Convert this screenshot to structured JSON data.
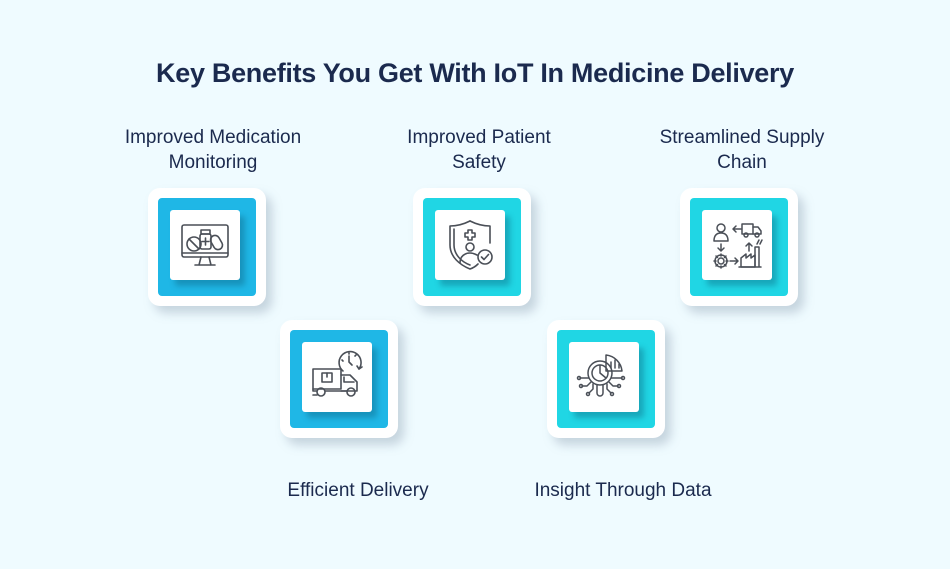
{
  "title": "Key Benefits You Get With IoT In Medicine Delivery",
  "colors": {
    "background": "#effbff",
    "text": "#1b2a4e",
    "blue_accent": "#1fb7e6",
    "cyan_accent": "#20d6e4",
    "icon_stroke": "#4a4f57"
  },
  "benefits": [
    {
      "label_line1": "Improved Medication",
      "label_line2": "Monitoring",
      "icon": "monitor-pills-icon",
      "accent": "blue"
    },
    {
      "label_line1": "Improved Patient",
      "label_line2": "Safety",
      "icon": "shield-person-check-icon",
      "accent": "cyan"
    },
    {
      "label_line1": "Streamlined Supply",
      "label_line2": "Chain",
      "icon": "supply-chain-cycle-icon",
      "accent": "cyan"
    },
    {
      "label_line1": "Efficient Delivery",
      "icon": "delivery-truck-clock-icon",
      "accent": "blue"
    },
    {
      "label_line1": "Insight Through Data",
      "icon": "data-analytics-magnifier-icon",
      "accent": "cyan"
    }
  ]
}
